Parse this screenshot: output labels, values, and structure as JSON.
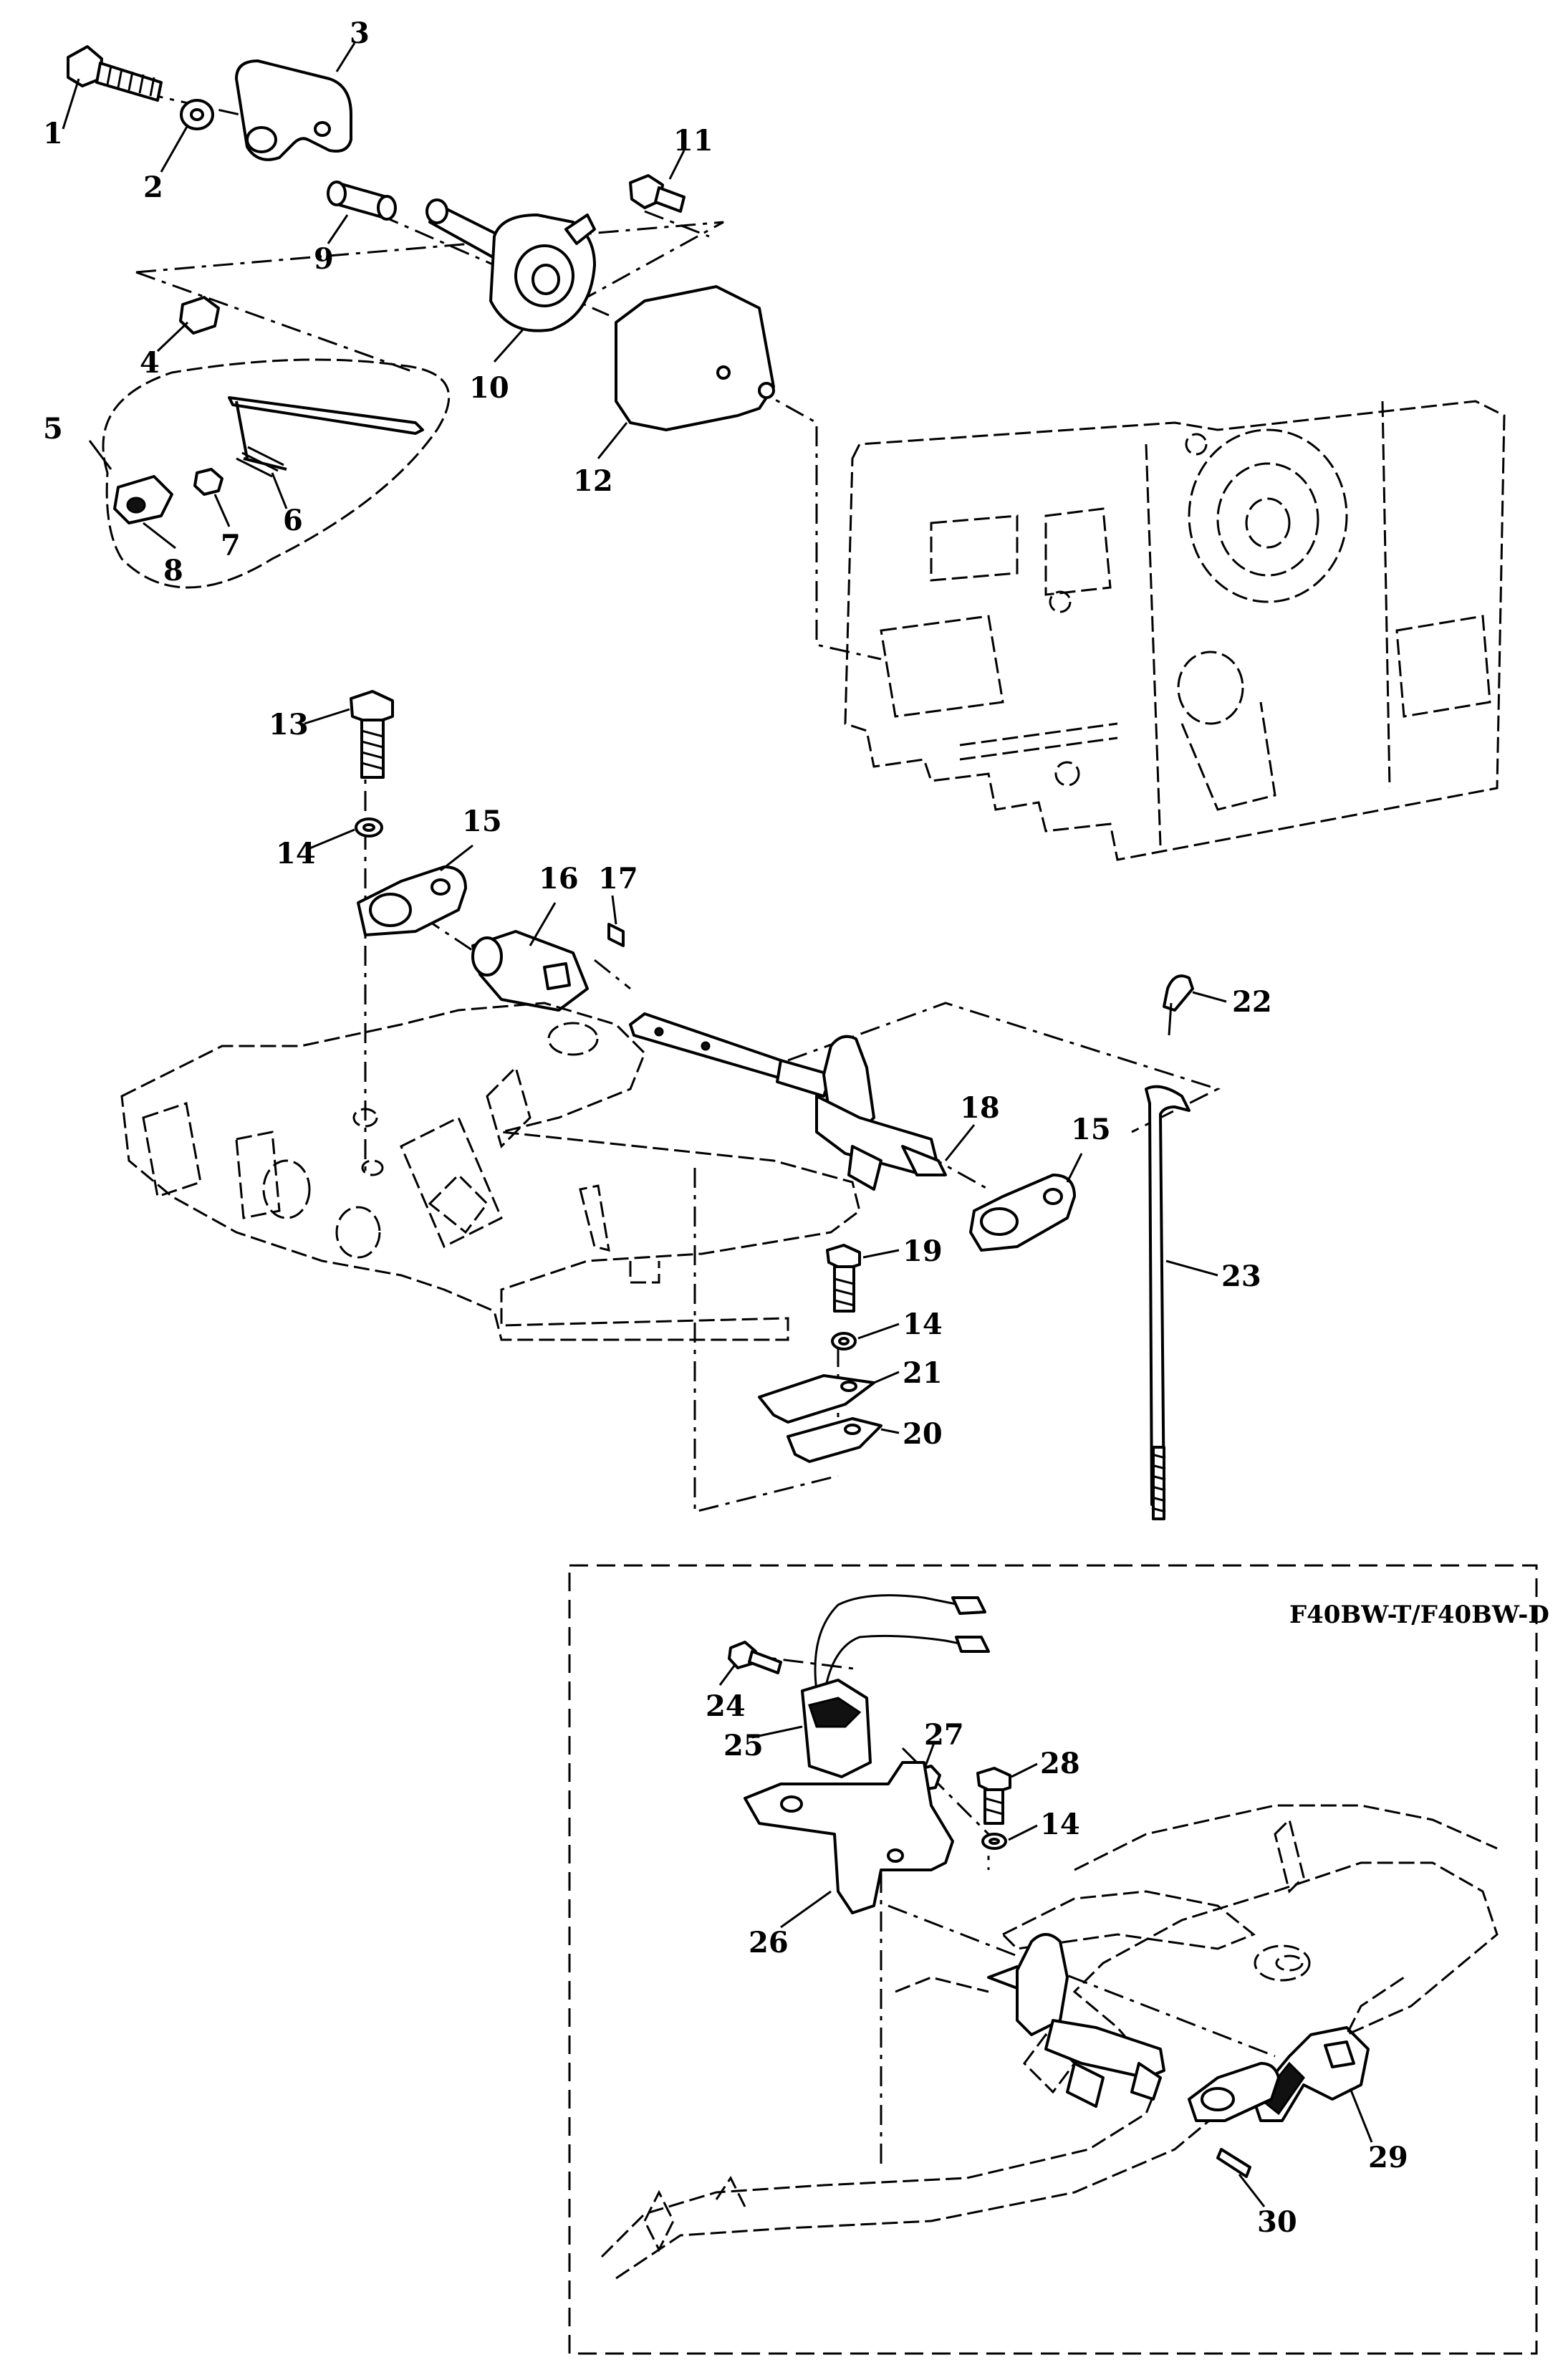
{
  "diagram": {
    "variant_label": "F40BW-T/F40BW-D",
    "callouts": [
      "1",
      "2",
      "3",
      "4",
      "5",
      "6",
      "7",
      "8",
      "9",
      "10",
      "11",
      "12",
      "13",
      "14",
      "15",
      "16",
      "17",
      "18",
      "19",
      "14",
      "21",
      "20",
      "22",
      "23",
      "15",
      "24",
      "25",
      "27",
      "28",
      "14",
      "26",
      "29",
      "30"
    ]
  }
}
